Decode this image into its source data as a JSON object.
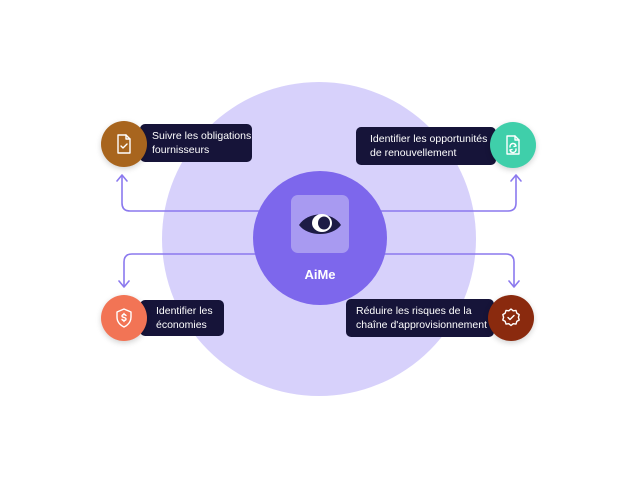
{
  "colors": {
    "outer_circle": "#d7d1fb",
    "hub": "#7d67ec",
    "hub_tile": "#a89af1",
    "eye": "#1d1b45",
    "connector": "#8b79ee",
    "label_bg": "#161439",
    "label_text": "#ffffff"
  },
  "hub": {
    "label": "AiMe",
    "icon": "eye-icon"
  },
  "nodes": [
    {
      "label": "Suivre les obligations\nfournisseurs",
      "icon": "document-check-icon",
      "color": "#a8651e"
    },
    {
      "label": "Identifier les opportunités\nde renouvellement",
      "icon": "document-refresh-icon",
      "color": "#3fcfaa"
    },
    {
      "label": "Identifier les\néconomies",
      "icon": "shield-dollar-icon",
      "color": "#f27455"
    },
    {
      "label": "Réduire les risques de la\nchaîne d'approvisionnement",
      "icon": "badge-check-icon",
      "color": "#8a2a0e"
    }
  ]
}
